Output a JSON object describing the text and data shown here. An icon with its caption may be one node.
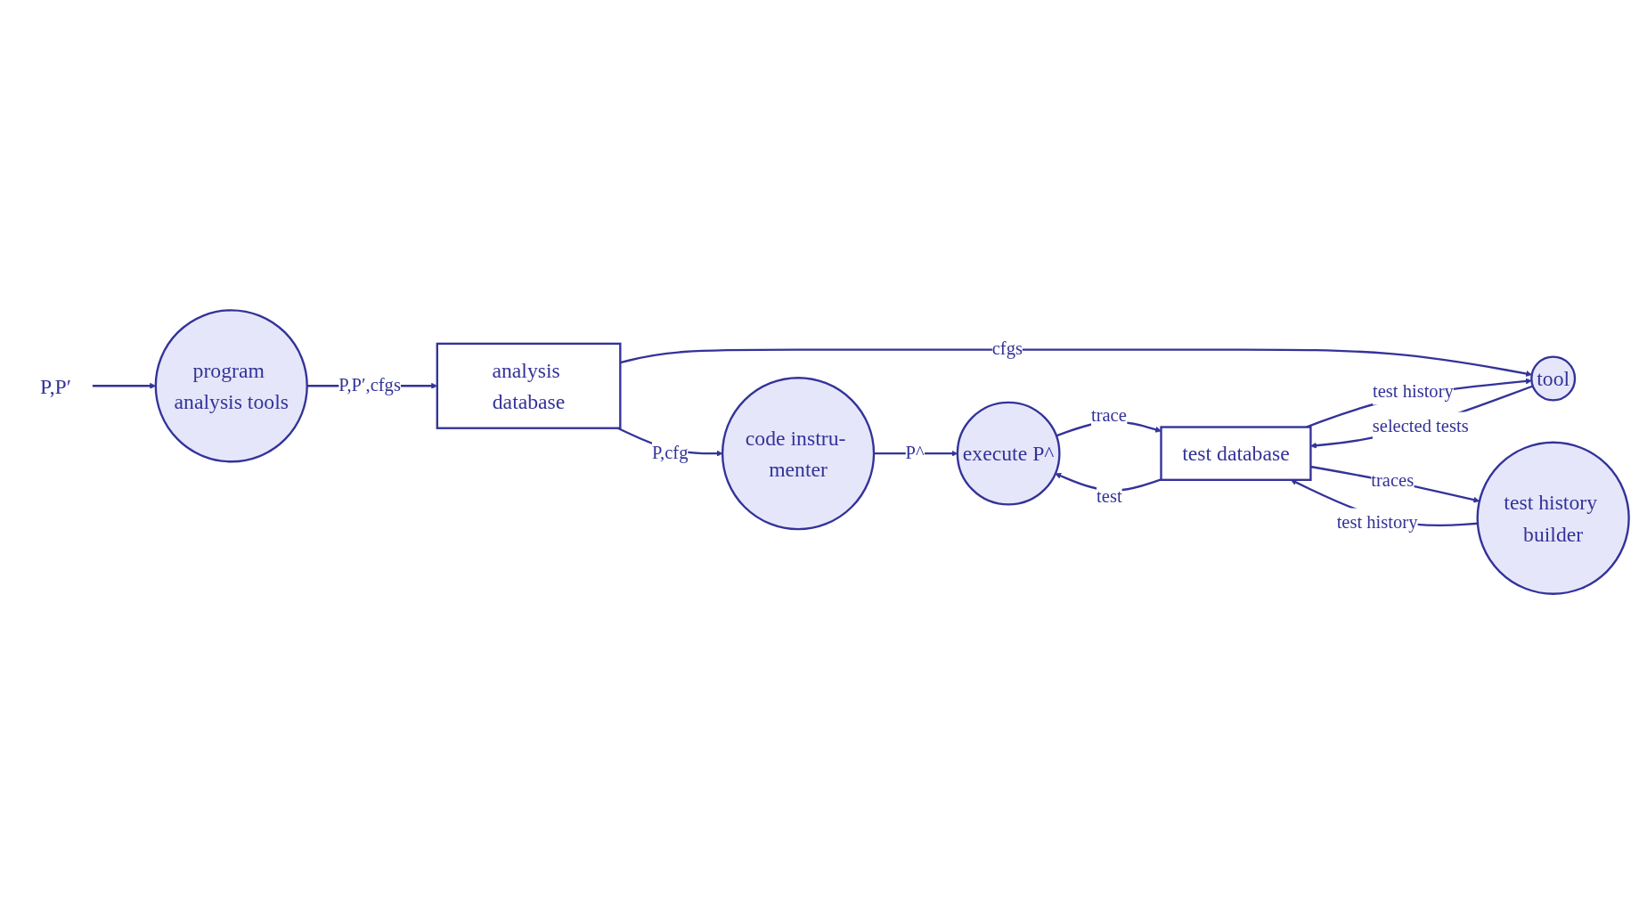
{
  "diagram": {
    "nodes": [
      {
        "text": [
          "P,P′"
        ]
      },
      {
        "text": [
          "program analysis tools"
        ]
      },
      {
        "text": [
          "analysis database"
        ]
      },
      {
        "text": [
          "code instru- menter"
        ]
      },
      {
        "text": [
          "execute P^"
        ]
      },
      {
        "text": [
          "test history builder"
        ]
      },
      {
        "text": [
          "tool"
        ]
      },
      {
        "text": [
          "test database"
        ]
      }
    ],
    "edges": [
      {
        "from": 0,
        "to": 1,
        "arrow": "to"
      },
      {
        "from": 1,
        "to": 2,
        "arrow": "to",
        "label": "P,P′,cfgs"
      },
      {
        "from": 2,
        "to": 3,
        "arrow": "to",
        "label": "P,cfg"
      },
      {
        "from": 3,
        "to": 4,
        "arrow": "to",
        "label": "P^"
      },
      {
        "from": 2,
        "to": 6,
        "arrow": "to",
        "label": "cfgs"
      },
      {
        "from": 6,
        "to": 7,
        "arrow": "to",
        "label": "selected tests"
      },
      {
        "from": 7,
        "to": 6,
        "arrow": "to",
        "label": "test history"
      },
      {
        "from": 7,
        "to": 4,
        "arrow": "to",
        "label": "test"
      },
      {
        "from": 4,
        "to": 7,
        "arrow": "to",
        "label": "trace"
      },
      {
        "from": 7,
        "to": 5,
        "arrow": "to",
        "label": "traces"
      },
      {
        "from": 5,
        "to": 7,
        "arrow": "to",
        "label": "test history"
      }
    ]
  }
}
